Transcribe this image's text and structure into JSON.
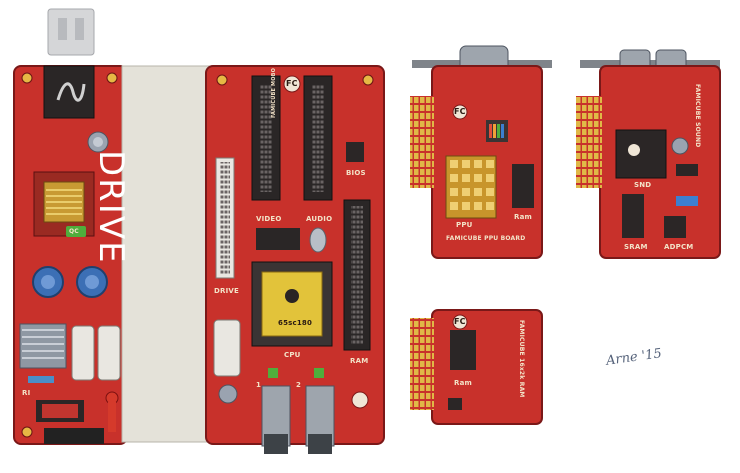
{
  "psu_board": {
    "drive_label": "DRIVE",
    "qc_badge": "QC",
    "ri_label": "RI"
  },
  "main_board": {
    "logo": "FC",
    "board_name": "FAMICUBE MOBO",
    "video_label": "VIDEO",
    "audio_label": "AUDIO",
    "bios_label": "BIOS",
    "drive_label": "DRIVE",
    "cpu_label": "CPU",
    "cpu_chip": "65sc180",
    "ram_label": "RAM",
    "port_1": "1",
    "port_2": "2"
  },
  "ppu_board": {
    "logo": "FC",
    "ppu_label": "PPU",
    "ram_label": "Ram",
    "board_name": "FAMICUBE PPU BOARD"
  },
  "sound_board": {
    "board_name": "FAMICUBE SOUND",
    "snd_label": "SND",
    "sram_label": "SRAM",
    "adpcm_label": "ADPCM"
  },
  "ram_board": {
    "logo": "FC",
    "board_name": "FAMICUBE 16x2k RAM",
    "ram_label": "Ram"
  },
  "signature": {
    "name": "Arne",
    "date": "'15"
  },
  "colors": {
    "pcb_red": "#c8312b",
    "pcb_dark": "#8e1e1c",
    "gold": "#e0b847",
    "drive_bay": "#e4e2d9",
    "chip": "#2b2626",
    "cpu_gold": "#e2c33a"
  }
}
